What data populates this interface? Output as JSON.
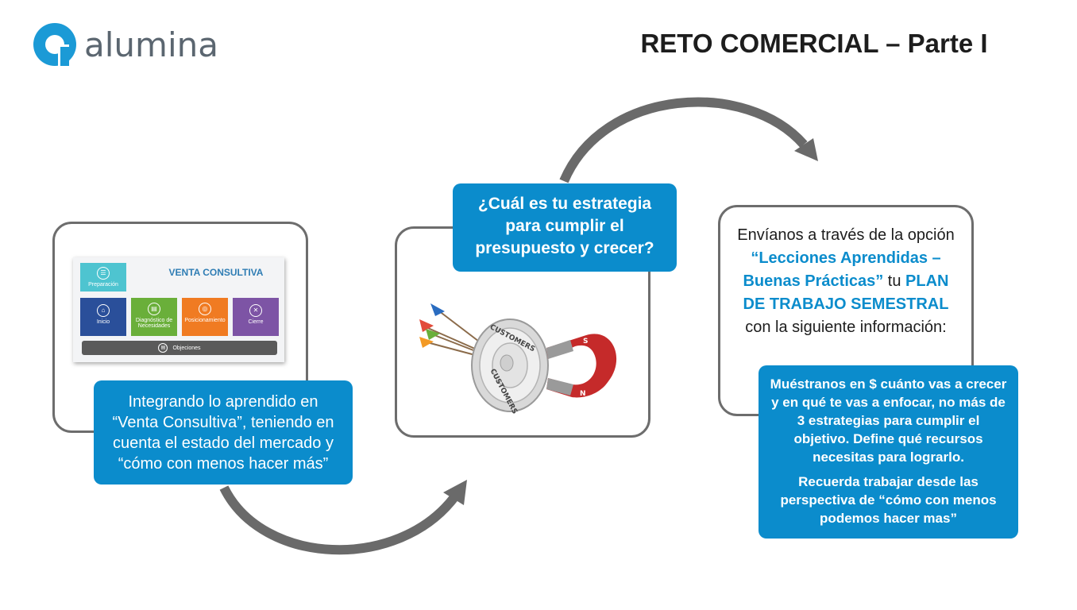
{
  "brand": {
    "name": "alumina",
    "color": "#0b8ccc"
  },
  "header": {
    "title": "RETO COMERCIAL – Parte I"
  },
  "step1": {
    "diagram": {
      "title": "VENTA CONSULTIVA",
      "stages": {
        "preparacion": "Preparación",
        "inicio": "Inicio",
        "diagnostico": "Diagnóstico de Necesidades",
        "posicionamiento": "Posicionamiento",
        "cierre": "Cierre",
        "objeciones": "Objeciones"
      }
    },
    "caption": "Integrando lo aprendido en “Venta Consultiva”, teniendo en cuenta el estado del mercado y “cómo con menos hacer más”"
  },
  "step2": {
    "question": "¿Cuál es tu estrategia para cumplir el presupuesto y crecer?",
    "image": {
      "target_label_top": "CUSTOMERS",
      "target_label_bottom": "CUSTOMERS",
      "magnet_label_s": "S",
      "magnet_label_n": "N"
    }
  },
  "step3": {
    "intro_a": "Envíanos a través de la opción ",
    "option": "“Lecciones Aprendidas – Buenas Prácticas”",
    "intro_b": " tu ",
    "plan": "PLAN DE TRABAJO SEMESTRAL",
    "intro_c": " con la siguiente información:",
    "details_1": "Muéstranos en $ cuánto vas a crecer y en qué te vas a enfocar, no más de 3 estrategias para cumplir el objetivo. Define qué recursos necesitas para lograrlo.",
    "details_2": "Recuerda trabajar desde las perspectiva de “cómo con menos podemos hacer mas”"
  },
  "colors": {
    "accent": "#0b8ccc",
    "frame": "#6d6d6d",
    "arrow": "#6a6a6a",
    "text": "#1d1d1d"
  },
  "icons": [
    "alumina-logo-icon",
    "list-icon",
    "home-icon",
    "clipboard-icon",
    "target-icon",
    "close-circle-icon",
    "document-icon",
    "arrow-curve-icon",
    "target-magnet-icon"
  ]
}
